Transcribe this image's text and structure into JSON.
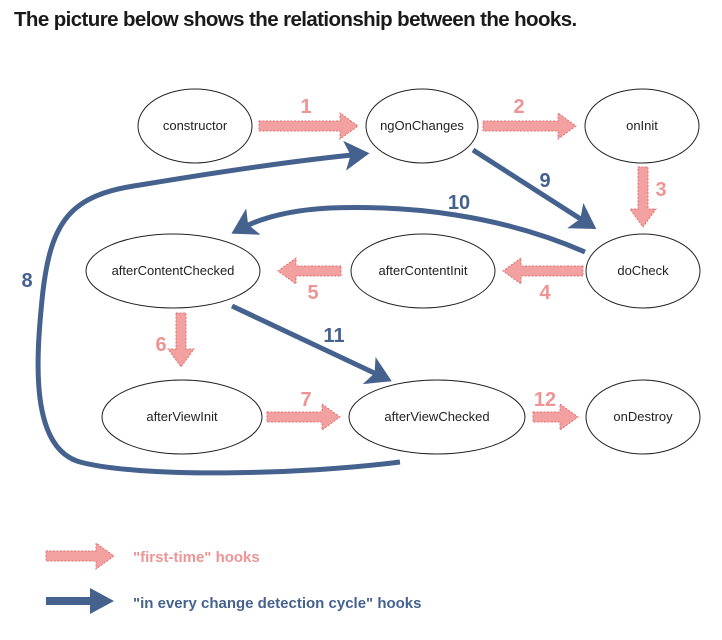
{
  "heading": "The picture below shows the relationship between the hooks.",
  "colors": {
    "first_time": "#ef9494",
    "every_cycle": "#45628f",
    "node_stroke": "#222222"
  },
  "nodes": {
    "constructor": "constructor",
    "ngOnChanges": "ngOnChanges",
    "onInit": "onInit",
    "doCheck": "doCheck",
    "afterContentInit": "afterContentInit",
    "afterContentChecked": "afterContentChecked",
    "afterViewInit": "afterViewInit",
    "afterViewChecked": "afterViewChecked",
    "onDestroy": "onDestroy"
  },
  "edges": [
    {
      "label": "1",
      "from": "constructor",
      "to": "ngOnChanges",
      "kind": "first-time"
    },
    {
      "label": "2",
      "from": "ngOnChanges",
      "to": "onInit",
      "kind": "first-time"
    },
    {
      "label": "3",
      "from": "onInit",
      "to": "doCheck",
      "kind": "first-time"
    },
    {
      "label": "4",
      "from": "doCheck",
      "to": "afterContentInit",
      "kind": "first-time"
    },
    {
      "label": "5",
      "from": "afterContentInit",
      "to": "afterContentChecked",
      "kind": "first-time"
    },
    {
      "label": "6",
      "from": "afterContentChecked",
      "to": "afterViewInit",
      "kind": "first-time"
    },
    {
      "label": "7",
      "from": "afterViewInit",
      "to": "afterViewChecked",
      "kind": "first-time"
    },
    {
      "label": "8",
      "from": "afterViewChecked",
      "to": "ngOnChanges",
      "kind": "every-cycle"
    },
    {
      "label": "9",
      "from": "ngOnChanges",
      "to": "doCheck",
      "kind": "every-cycle"
    },
    {
      "label": "10",
      "from": "doCheck",
      "to": "afterContentChecked",
      "kind": "every-cycle"
    },
    {
      "label": "11",
      "from": "afterContentChecked",
      "to": "afterViewChecked",
      "kind": "every-cycle"
    },
    {
      "label": "12",
      "from": "afterViewChecked",
      "to": "onDestroy",
      "kind": "first-time"
    }
  ],
  "legend": {
    "first_time": "\"first-time\" hooks",
    "every_cycle": "\"in every change detection cycle\" hooks"
  }
}
